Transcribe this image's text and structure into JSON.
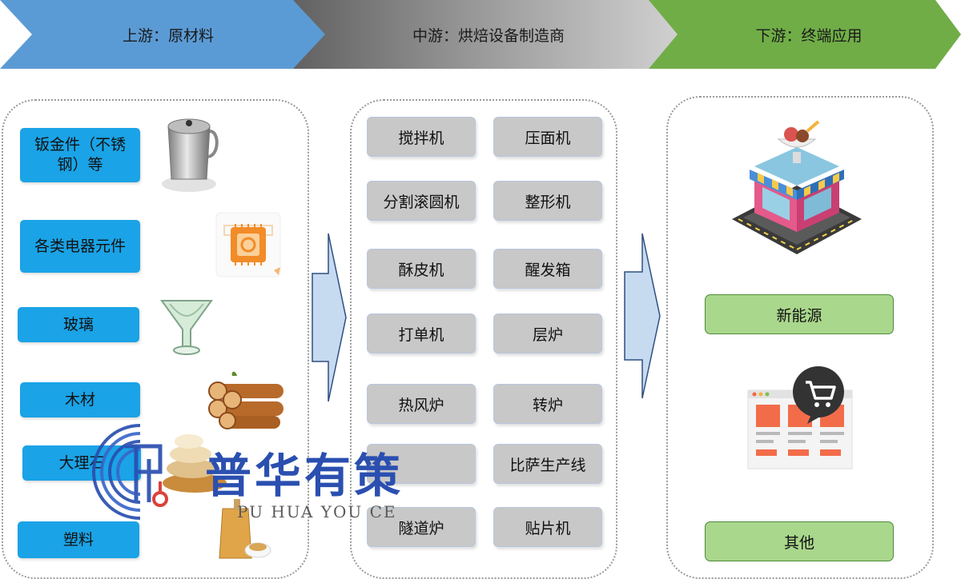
{
  "header": {
    "upstream": "上游：原材料",
    "midstream": "中游：烘焙设备制造商",
    "downstream": "下游：终端应用"
  },
  "colors": {
    "upstream": "#5b9bd5",
    "midstream": "#8c8c8c",
    "downstream": "#70ad47",
    "material_box": "#1aa3e6",
    "equipment_box": "#c8c8c8",
    "application_box": "#a9d78c"
  },
  "upstream": {
    "materials": [
      "钣金件（不锈钢）等",
      "各类电器元件",
      "玻璃",
      "木材",
      "大理石",
      "塑料"
    ]
  },
  "midstream": {
    "equipment": [
      "搅拌机",
      "压面机",
      "分割滚圆机",
      "整形机",
      "酥皮机",
      "醒发箱",
      "打单机",
      "层炉",
      "热风炉",
      "转炉",
      "",
      "比萨生产线",
      "隧道炉",
      "贴片机"
    ]
  },
  "downstream": {
    "applications": [
      "新能源",
      "其他"
    ]
  },
  "icons": [
    "steel-kettle-icon",
    "chip-icon",
    "glass-icon",
    "wood-logs-icon",
    "marble-icon",
    "plastic-bag-icon",
    "store-icon",
    "ecommerce-cart-icon"
  ],
  "watermark": {
    "name": "普华有策",
    "pinyin": "PU HUA YOU CE"
  }
}
